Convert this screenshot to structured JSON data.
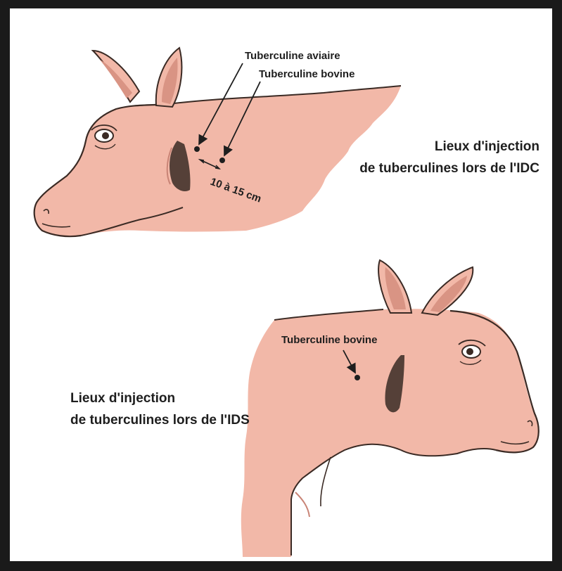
{
  "top_figure": {
    "label_avian": "Tuberculine aviaire",
    "label_bovine": "Tuberculine bovine",
    "distance": "10 à 15 cm",
    "caption_line1": "Lieux d'injection",
    "caption_line2": "de tuberculines lors de l'IDC"
  },
  "bottom_figure": {
    "label_bovine": "Tuberculine bovine",
    "caption_line1": "Lieux d'injection",
    "caption_line2": "de tuberculines lors de l'IDS"
  },
  "colors": {
    "skin": "#f2b8a8",
    "skin_shadow": "#c98476",
    "outline": "#3a2a24",
    "frame": "#1a1a1a"
  }
}
